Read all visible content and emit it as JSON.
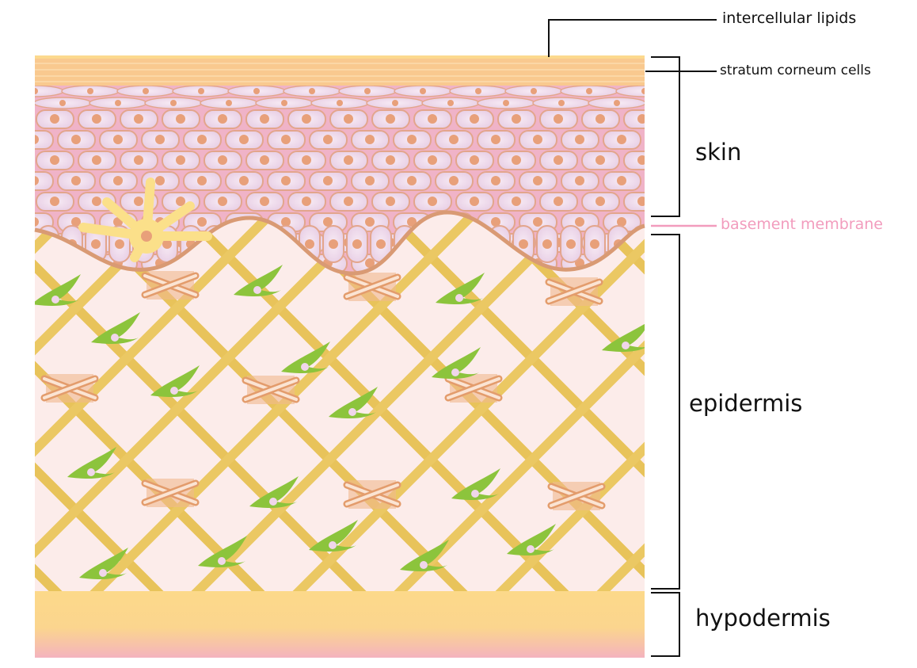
{
  "labels": {
    "intercellular_lipids": "intercellular lipids",
    "stratum_corneum_cells": "stratum corneum cells",
    "skin": "skin",
    "basement_membrane": "basement membrane",
    "epidermis": "epidermis",
    "hypodermis": "hypodermis"
  },
  "colors": {
    "corneum": "#f9c98f",
    "cell_layer": "#f0b3c8",
    "cell_fill": "#f4e0ee",
    "nucleus": "#e8a07a",
    "dermis": "#fcecea",
    "fiber": "#e8c35a",
    "fibroblast": "#8cc43c",
    "collagen": "#e8a880",
    "hypodermis_top": "#fcd98a",
    "hypodermis_bottom": "#f4b8c0",
    "basement_label": "#f29cbd"
  }
}
